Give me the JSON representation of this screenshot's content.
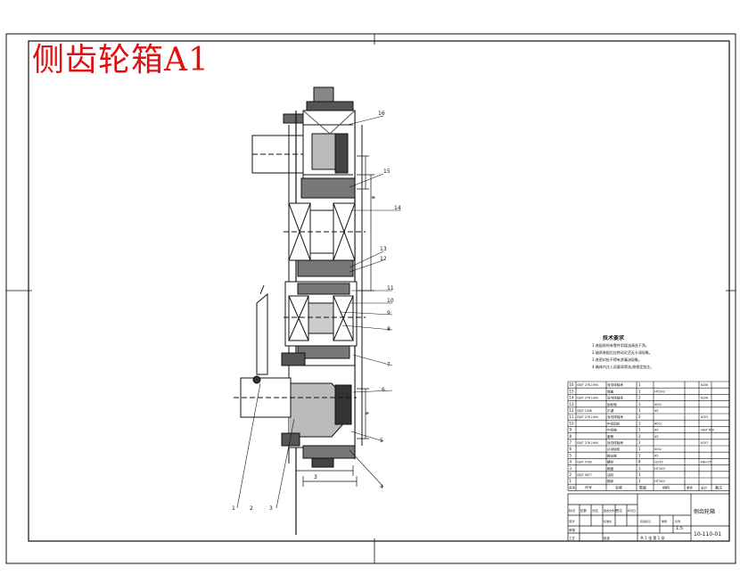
{
  "title": "侧齿轮箱A1",
  "tech_requirements": {
    "heading": "技术要求",
    "lines": [
      "1.装配前所有零件用煤油清洗干净。",
      "2.轴承装配后应转动灵活无卡滞现象。",
      "3.各密封处不得有渗漏油现象。",
      "4.箱体内注入适量润滑油,按规定加注。"
    ]
  },
  "balloons": [
    "16",
    "15",
    "14",
    "13",
    "12",
    "11",
    "10",
    "9",
    "8",
    "7",
    "6",
    "5",
    "4",
    "3",
    "2",
    "1"
  ],
  "bom": {
    "header": [
      "序号",
      "代号",
      "名称",
      "数量",
      "材料",
      "单件",
      "总计",
      "备注"
    ],
    "rows": [
      {
        "no": "16",
        "code": "GB/T 276-1994",
        "name": "深沟球轴承",
        "qty": "1",
        "mat": "",
        "note": "6208"
      },
      {
        "no": "15",
        "code": "",
        "name": "端盖",
        "qty": "1",
        "mat": "HT200",
        "note": ""
      },
      {
        "no": "14",
        "code": "GB/T 276-1994",
        "name": "深沟球轴承",
        "qty": "2",
        "mat": "",
        "note": "6206"
      },
      {
        "no": "13",
        "code": "",
        "name": "齿轮轴",
        "qty": "1",
        "mat": "40Cr",
        "note": ""
      },
      {
        "no": "12",
        "code": "GB/T 1096",
        "name": "平键",
        "qty": "1",
        "mat": "45",
        "note": ""
      },
      {
        "no": "11",
        "code": "GB/T 276-1994",
        "name": "深沟球轴承",
        "qty": "2",
        "mat": "",
        "note": "6205"
      },
      {
        "no": "10",
        "code": "",
        "name": "中间齿轮",
        "qty": "1",
        "mat": "40Cr",
        "note": ""
      },
      {
        "no": "9",
        "code": "",
        "name": "中间轴",
        "qty": "1",
        "mat": "45",
        "note": "GB/T 699"
      },
      {
        "no": "8",
        "code": "",
        "name": "套筒",
        "qty": "2",
        "mat": "45",
        "note": ""
      },
      {
        "no": "7",
        "code": "GB/T 276-1994",
        "name": "深沟球轴承",
        "qty": "2",
        "mat": "",
        "note": "6207"
      },
      {
        "no": "6",
        "code": "",
        "name": "从动齿轮",
        "qty": "1",
        "mat": "40Cr",
        "note": ""
      },
      {
        "no": "5",
        "code": "",
        "name": "输出轴",
        "qty": "1",
        "mat": "45",
        "note": ""
      },
      {
        "no": "4",
        "code": "GB/T 5783",
        "name": "螺栓",
        "qty": "8",
        "mat": "Q235",
        "note": "M8×25"
      },
      {
        "no": "3",
        "code": "",
        "name": "箱盖",
        "qty": "1",
        "mat": "HT200",
        "note": ""
      },
      {
        "no": "2",
        "code": "GB/T 9877",
        "name": "油封",
        "qty": "1",
        "mat": "",
        "note": ""
      },
      {
        "no": "1",
        "code": "",
        "name": "箱体",
        "qty": "1",
        "mat": "HT200",
        "note": ""
      }
    ]
  },
  "title_block": {
    "drawing_name": "侧齿轮箱",
    "drawing_no": "10-110-01",
    "scale": "1:5",
    "sheet": "共 1 张  第 1 张",
    "labels": [
      "标记",
      "处数",
      "分区",
      "更改文件号",
      "签名",
      "年月日",
      "设计",
      "标准化",
      "审核",
      "工艺",
      "批准",
      "阶段标记",
      "重量",
      "比例"
    ]
  },
  "colors": {
    "title": "#e01010",
    "line": "#111111"
  }
}
